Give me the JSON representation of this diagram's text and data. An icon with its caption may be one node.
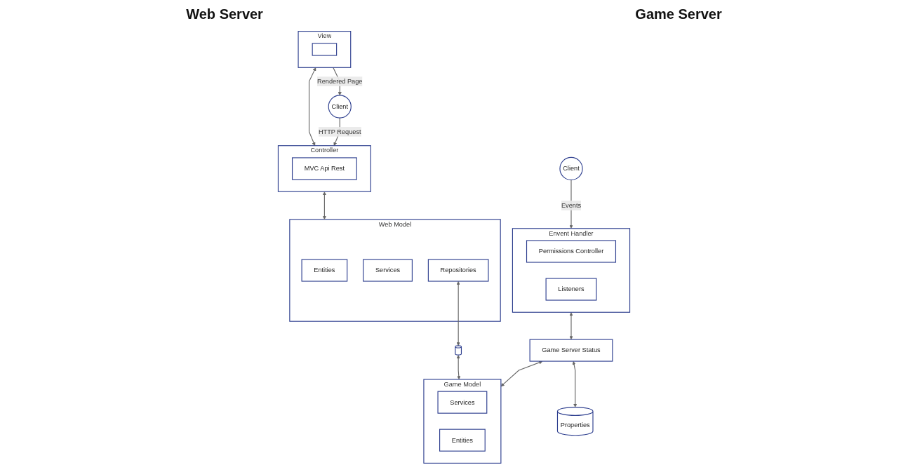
{
  "diagram": {
    "nodes": [
      {
        "text": [
          "View"
        ]
      },
      {
        "text": [],
        "shape": "box",
        "in": 0
      },
      {
        "text": [
          "Controller"
        ]
      },
      {
        "text": [
          "MVC Api Rest"
        ],
        "in": 2
      },
      {
        "text": [
          "Web Model"
        ]
      },
      {
        "text": [
          "Entities"
        ],
        "in": 4
      },
      {
        "text": [
          "Services"
        ],
        "in": 4
      },
      {
        "text": [
          "Repositories"
        ],
        "in": 4
      },
      {
        "text": [
          "Client"
        ]
      },
      {
        "text": [
          "Client"
        ]
      },
      {
        "text": [
          "Envent Handler"
        ]
      },
      {
        "text": [
          "Permissions Controller"
        ],
        "in": 10
      },
      {
        "text": [
          "Listeners"
        ],
        "in": 10
      },
      {
        "text": [
          "Game Server Status"
        ]
      },
      {
        "text": [
          "Properties"
        ]
      },
      {
        "text": [
          "Game Model"
        ]
      },
      {
        "text": [
          "Services"
        ],
        "in": 15
      },
      {
        "text": [
          "Entities"
        ],
        "in": 15
      },
      {
        "text": [],
        "shape": "cylinder"
      }
    ],
    "edges": [
      {
        "from": 0,
        "to": 8,
        "arrow": "to",
        "label": "Rendered Page"
      },
      {
        "from": 8,
        "to": 2,
        "arrow": "to",
        "label": "HTTP Request"
      },
      {
        "from": 0,
        "to": 2,
        "arrow": "both"
      },
      {
        "from": 2,
        "to": 4,
        "arrow": "both"
      },
      {
        "from": 7,
        "to": 18,
        "arrow": "both"
      },
      {
        "from": 18,
        "to": 15,
        "arrow": "both"
      },
      {
        "from": 9,
        "to": 10,
        "arrow": "to",
        "label": "Events"
      },
      {
        "from": 10,
        "to": 13,
        "arrow": "both"
      },
      {
        "from": 13,
        "to": 14,
        "arrow": "both"
      },
      {
        "from": 13,
        "to": 15,
        "arrow": "both"
      }
    ],
    "labels": [
      "Web Server",
      "Game Server"
    ]
  }
}
